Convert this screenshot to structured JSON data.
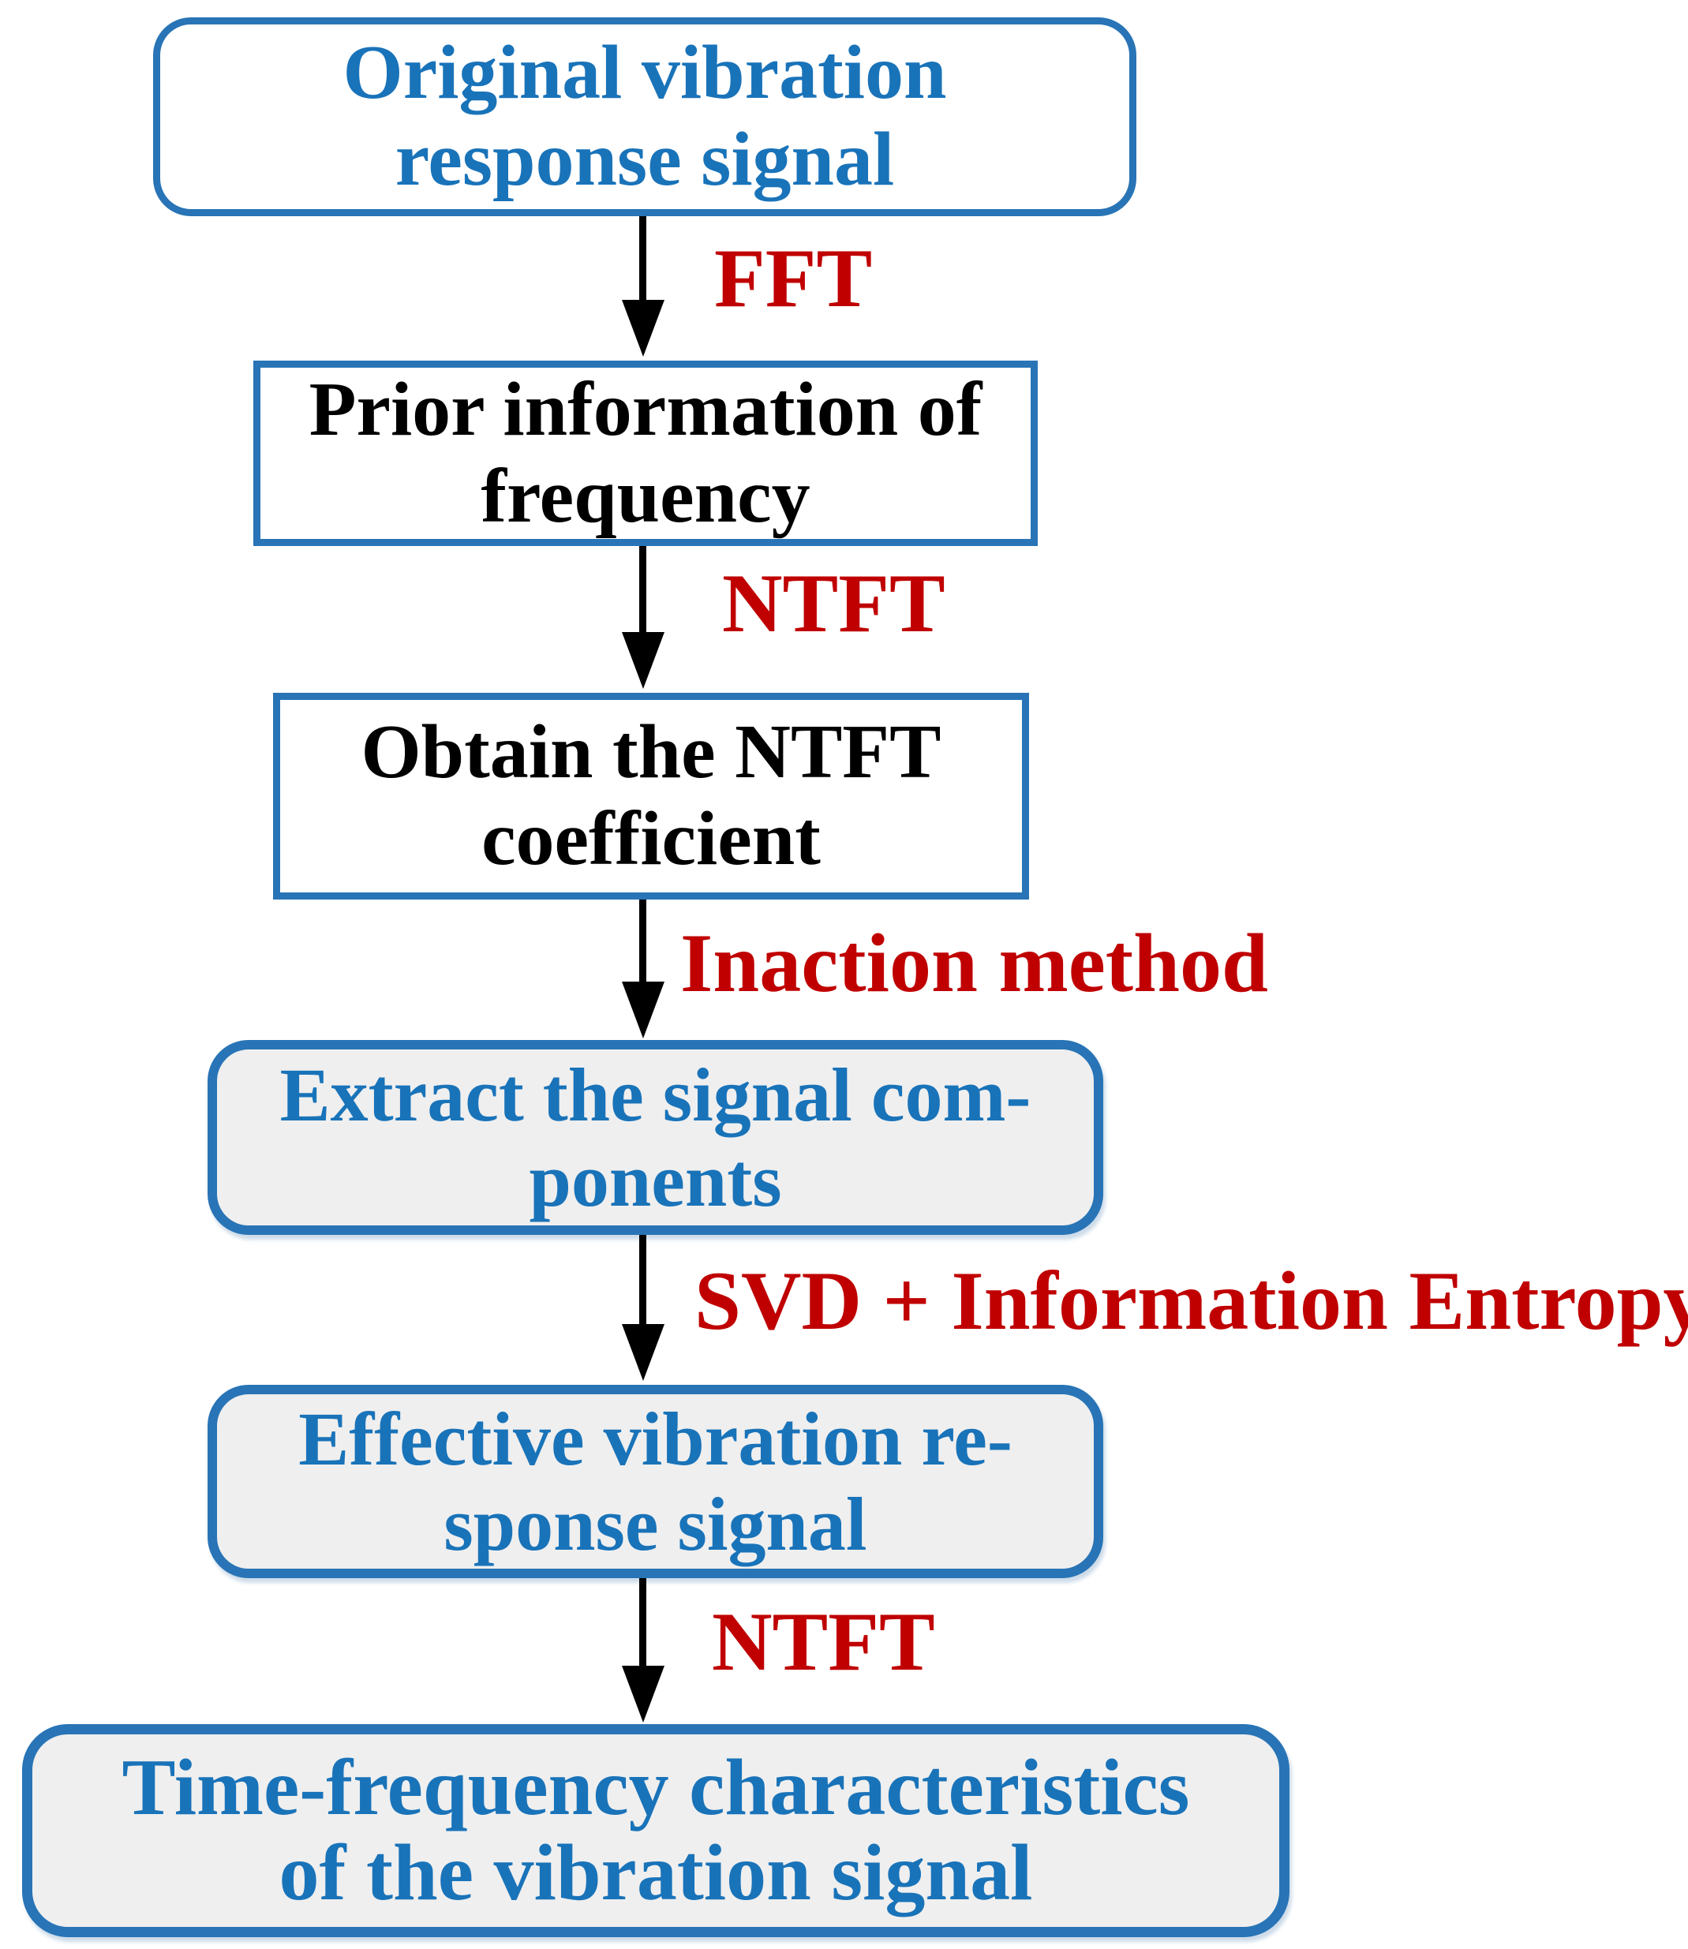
{
  "colors": {
    "box_border_blue": "#2874B6",
    "blue_text": "#1973B9",
    "black_text": "#000000",
    "red_label": "#C00000",
    "gray_fill": "#EFEFEF",
    "white_fill": "#FFFFFF",
    "arrow_black": "#000000"
  },
  "boxes": [
    {
      "id": "original-signal",
      "line1": "Original vibration",
      "line2": "response signal"
    },
    {
      "id": "prior-information",
      "line1": "Prior information of",
      "line2": "frequency"
    },
    {
      "id": "ntft-coefficient",
      "line1": "Obtain the NTFT",
      "line2": "coefficient"
    },
    {
      "id": "extract-components",
      "line1": "Extract the signal com-",
      "line2": "ponents"
    },
    {
      "id": "effective-signal",
      "line1": "Effective vibration re-",
      "line2": "sponse signal"
    },
    {
      "id": "time-frequency",
      "line1": "Time-frequency characteristics",
      "line2": "of the vibration signal"
    }
  ],
  "arrows": [
    {
      "label": "FFT"
    },
    {
      "label": "NTFT"
    },
    {
      "label": "Inaction method"
    },
    {
      "label": "SVD + Information Entropy"
    },
    {
      "label": "NTFT"
    }
  ]
}
